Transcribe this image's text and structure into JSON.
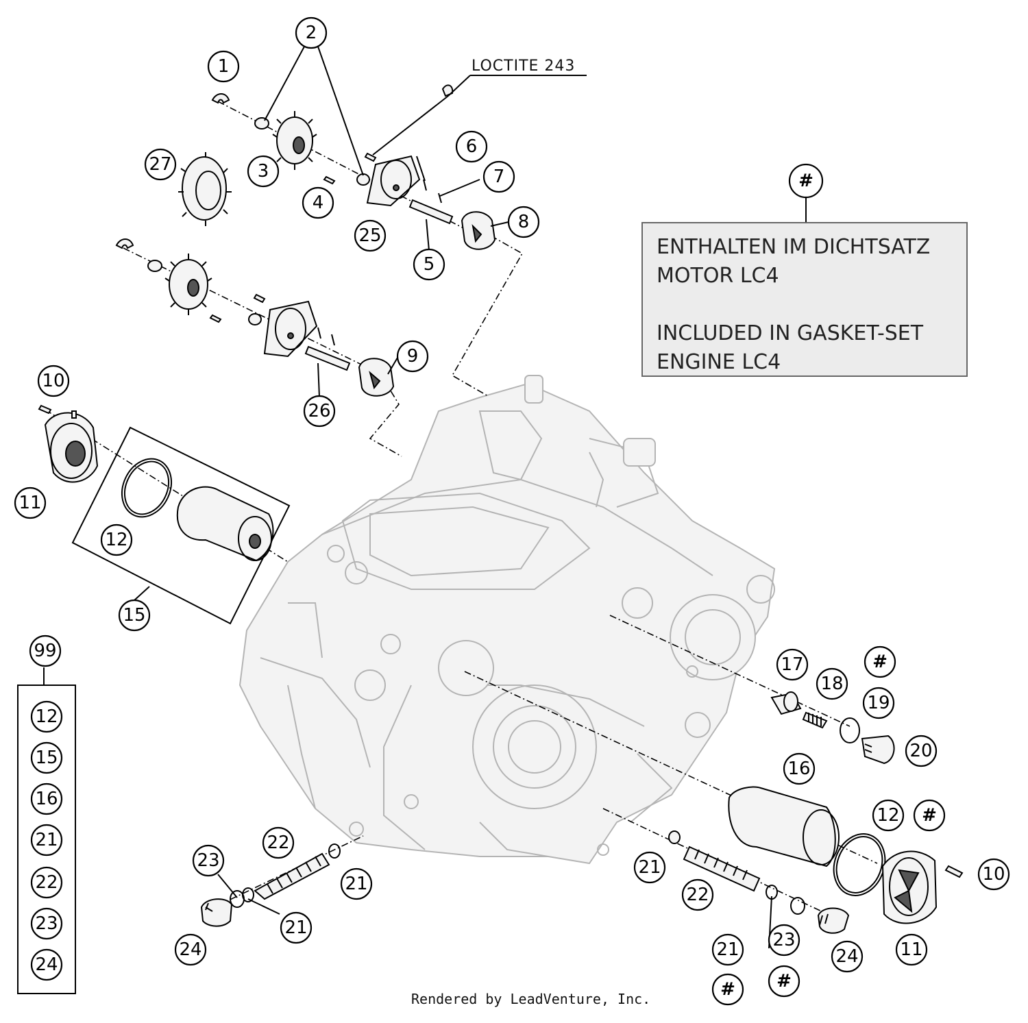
{
  "note_box": {
    "hash": "#",
    "de_line1": "ENTHALTEN IM DICHTSATZ",
    "de_line2": "MOTOR LC4",
    "en_line1": "INCLUDED IN GASKET-SET",
    "en_line2": "ENGINE LC4"
  },
  "loctite_label": "LOCTITE 243",
  "footer": "Rendered by LeadVenture, Inc.",
  "kit": {
    "number": "99",
    "items": [
      "12",
      "15",
      "16",
      "21",
      "22",
      "23",
      "24"
    ]
  },
  "callouts": [
    {
      "id": "c1",
      "label": "1"
    },
    {
      "id": "c2",
      "label": "2"
    },
    {
      "id": "c3",
      "label": "3"
    },
    {
      "id": "c4",
      "label": "4"
    },
    {
      "id": "c5",
      "label": "5"
    },
    {
      "id": "c6",
      "label": "6"
    },
    {
      "id": "c7",
      "label": "7"
    },
    {
      "id": "c8",
      "label": "8"
    },
    {
      "id": "c9",
      "label": "9"
    },
    {
      "id": "c10a",
      "label": "10"
    },
    {
      "id": "c11a",
      "label": "11"
    },
    {
      "id": "c12a",
      "label": "12"
    },
    {
      "id": "c15",
      "label": "15"
    },
    {
      "id": "c16",
      "label": "16"
    },
    {
      "id": "c17",
      "label": "17"
    },
    {
      "id": "c18",
      "label": "18"
    },
    {
      "id": "c19",
      "label": "19"
    },
    {
      "id": "c20",
      "label": "20"
    },
    {
      "id": "c12b",
      "label": "12"
    },
    {
      "id": "c10b",
      "label": "10"
    },
    {
      "id": "c11b",
      "label": "11"
    },
    {
      "id": "c21a",
      "label": "21"
    },
    {
      "id": "c21b",
      "label": "21"
    },
    {
      "id": "c21c",
      "label": "21"
    },
    {
      "id": "c21d",
      "label": "21"
    },
    {
      "id": "c22a",
      "label": "22"
    },
    {
      "id": "c22b",
      "label": "22"
    },
    {
      "id": "c23a",
      "label": "23"
    },
    {
      "id": "c23b",
      "label": "23"
    },
    {
      "id": "c24a",
      "label": "24"
    },
    {
      "id": "c24b",
      "label": "24"
    },
    {
      "id": "c25",
      "label": "25"
    },
    {
      "id": "c26",
      "label": "26"
    },
    {
      "id": "c27",
      "label": "27"
    }
  ],
  "hash_marks": [
    {
      "id": "h1",
      "label": "#"
    },
    {
      "id": "h2",
      "label": "#"
    },
    {
      "id": "h3",
      "label": "#"
    },
    {
      "id": "h4",
      "label": "#"
    }
  ]
}
